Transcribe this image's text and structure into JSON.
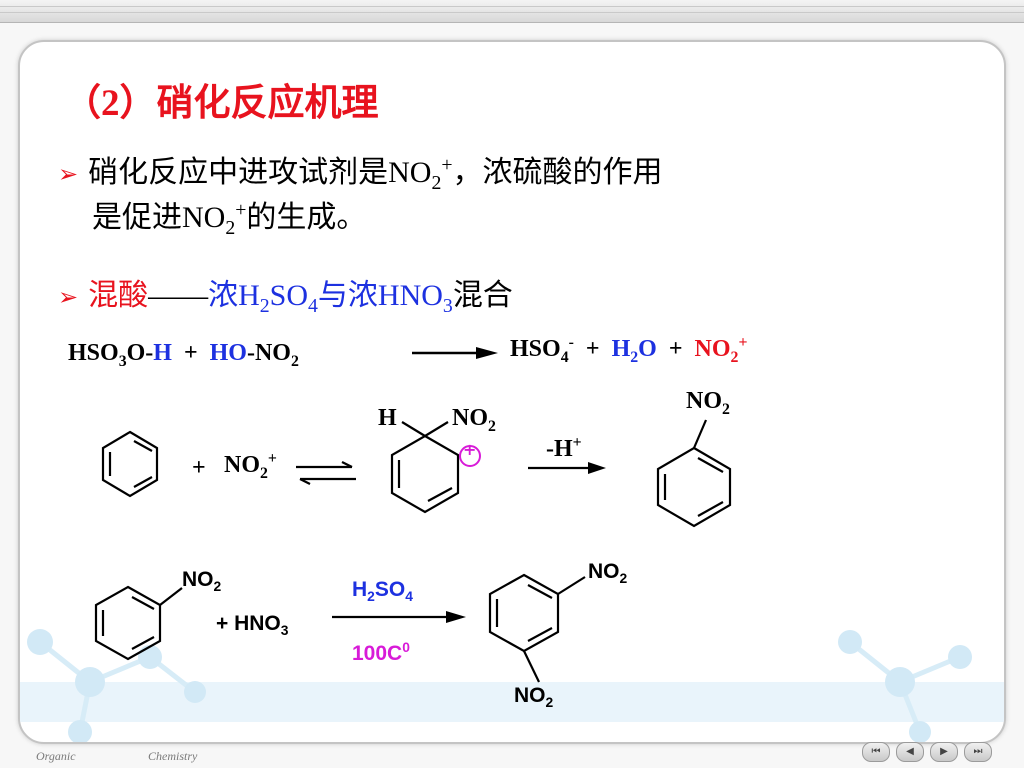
{
  "slide": {
    "heading": "（2）硝化反应机理",
    "bullet1": {
      "line1_pre": "硝化反应中进攻试剂是NO",
      "sub": "2",
      "sup": "+",
      "line1_post": "，浓硫酸的作用",
      "line2_pre": "是促进NO",
      "line2_sub": "2",
      "line2_sup": "+",
      "line2_post": "的生成。"
    },
    "bullet2": {
      "label": "混酸",
      "dash": "——",
      "conc1": "浓H",
      "h2so4_sub1": "2",
      "h2so4_mid": "SO",
      "h2so4_sub2": "4",
      "and": "与浓HNO",
      "hno3_sub": "3",
      "mix": "混合"
    },
    "bullet_icon": "arrow-bullet-icon"
  },
  "equation1": {
    "r1_a": "HSO",
    "r1_sub": "3",
    "r1_b": "O-",
    "r1_h": "H",
    "plus1": "+",
    "r2_ho": "HO",
    "r2_rest": "-NO",
    "r2_sub": "2",
    "p1": "HSO",
    "p1_sub": "4",
    "p1_sup": "-",
    "plus2": "+",
    "p2_h": "H",
    "p2_sub": "2",
    "p2_o": "O",
    "plus3": "+",
    "p3": "NO",
    "p3_sub": "2",
    "p3_sup": "+"
  },
  "mechanism": {
    "plus": "+",
    "electrophile": "NO",
    "electrophile_sub": "2",
    "electrophile_sup": "+",
    "int_h": "H",
    "int_no2": "NO",
    "int_no2_sub": "2",
    "positive_charge": "+",
    "step_label": "-H",
    "step_label_sup": "+",
    "product_group": "NO",
    "product_group_sub": "2"
  },
  "second_reaction": {
    "sub_group": "NO",
    "sub_group_sub": "2",
    "reagent": "+ HNO",
    "reagent_sub": "3",
    "catalyst_a": "H",
    "catalyst_sub1": "2",
    "catalyst_b": "SO",
    "catalyst_sub2": "4",
    "condition": "100C",
    "condition_sup": "0",
    "prod_top": "NO",
    "prod_top_sub": "2",
    "prod_bottom": "NO",
    "prod_bottom_sub": "2"
  },
  "footer": {
    "left": "Organic",
    "right": "Chemistry"
  },
  "navigation": [
    {
      "label": "⏮",
      "icon": "first-slide-icon"
    },
    {
      "label": "◀",
      "icon": "previous-slide-icon"
    },
    {
      "label": "▶",
      "icon": "next-slide-icon"
    },
    {
      "label": "⏭",
      "icon": "last-slide-icon"
    }
  ],
  "colors": {
    "heading": "#e8131e",
    "highlight_blue": "#1d31e0",
    "highlight_magenta": "#d81bd8"
  }
}
